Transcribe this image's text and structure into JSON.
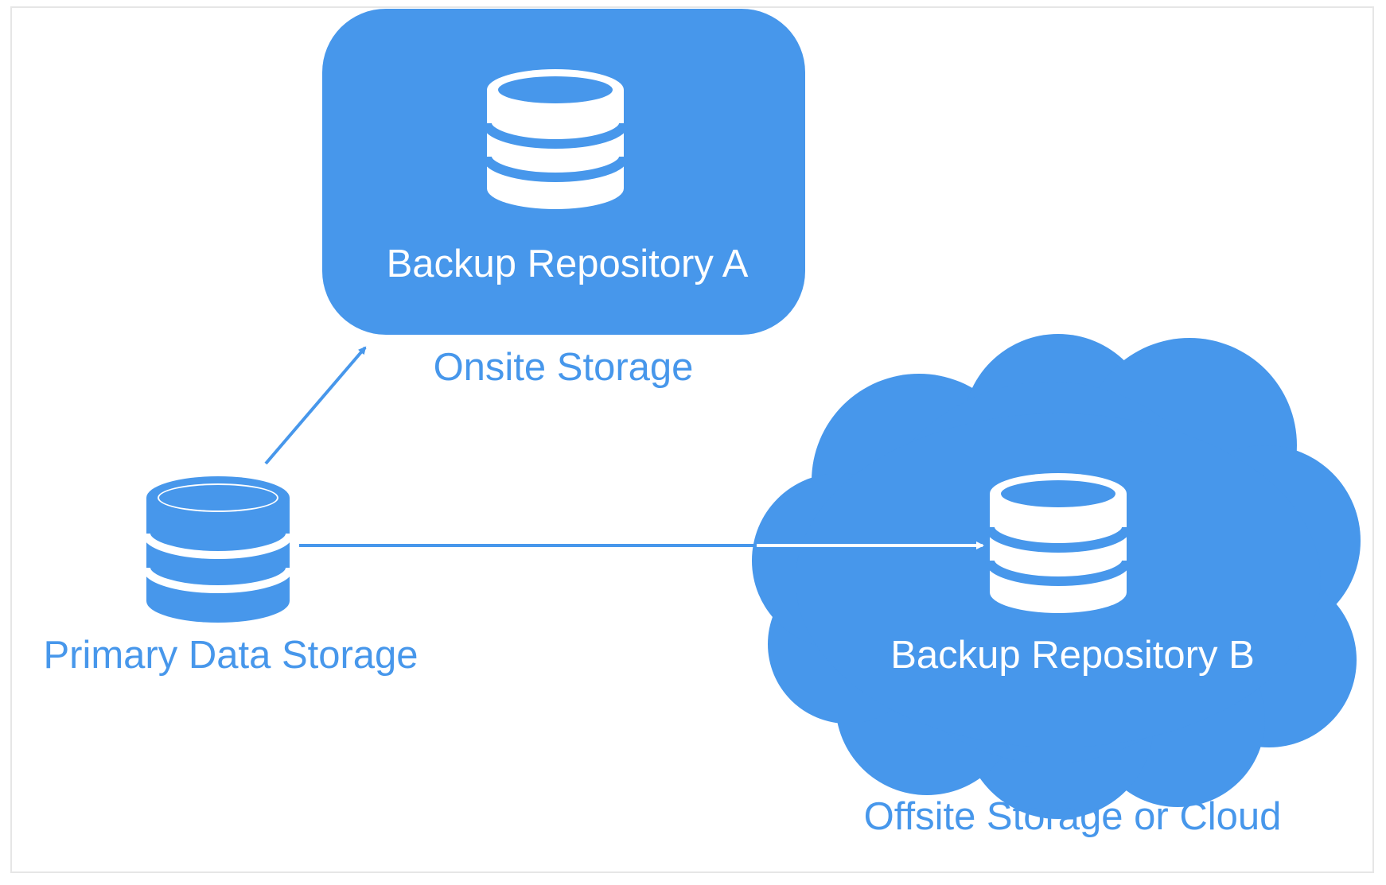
{
  "diagram": {
    "nodes": {
      "primary": {
        "label": "Primary Data Storage",
        "icon": "database-icon"
      },
      "repo_a": {
        "label": "Backup Repository A",
        "caption": "Onsite Storage",
        "icon": "database-icon"
      },
      "repo_b": {
        "label": "Backup Repository B",
        "caption": "Offsite Storage or Cloud",
        "icon": "database-icon"
      }
    },
    "edges": [
      {
        "from": "Primary Data Storage",
        "to": "Backup Repository A"
      },
      {
        "from": "Primary Data Storage",
        "to": "Backup Repository B"
      }
    ]
  },
  "colors": {
    "accent": "#4797EB",
    "label_text": "#4797EB",
    "inverse_text": "#FFFFFF",
    "background": "#FFFFFF",
    "frame_border": "#E6E6E6"
  }
}
